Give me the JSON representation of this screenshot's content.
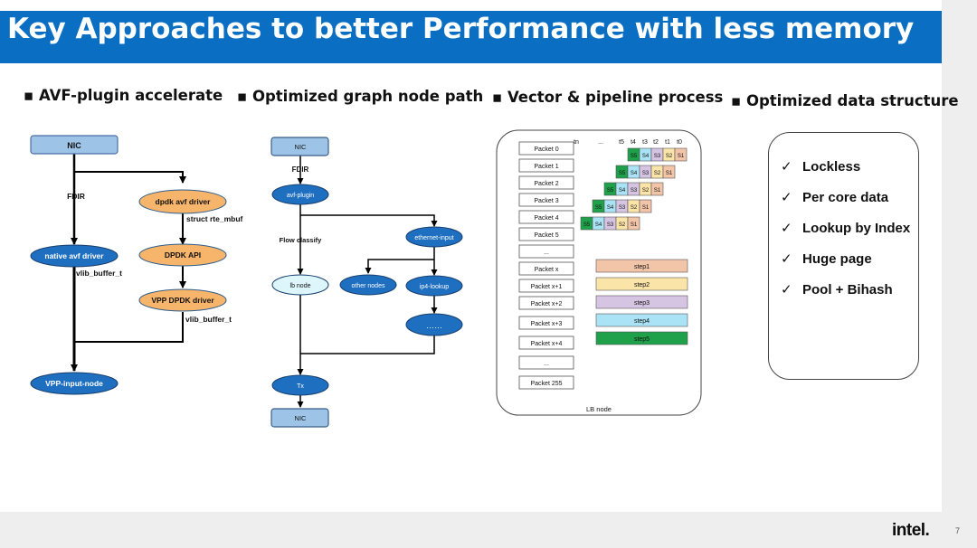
{
  "title": "Key Approaches to better Performance with less memory",
  "sections": [
    "AVF-plugin accelerate",
    "Optimized graph node path",
    "Vector & pipeline process",
    "Optimized data structure"
  ],
  "diagram1": {
    "nic": "NIC",
    "fdir": "FDIR",
    "dpdk_avf_driver": "dpdk avf driver",
    "struct_rte_mbuf": "struct rte_mbuf",
    "native_avf_driver": "native avf driver",
    "dpdk_api": "DPDK API",
    "vlib_buffer_1": "vlib_buffer_t",
    "vpp_dpdk_driver": "VPP DPDK driver",
    "vlib_buffer_2": "vlib_buffer_t",
    "vpp_input_node": "VPP-input-node"
  },
  "diagram2": {
    "nic_top": "NIC",
    "fdir": "FDIR",
    "avf_plugin": "avf-plugin",
    "flow_classify": "Flow classify",
    "ethernet_input": "ethernet-input",
    "lb_node": "lb node",
    "other_nodes": "other nodes",
    "ip4_lookup": "ip4-lookup",
    "ellipsis": "……",
    "tx": "Tx",
    "nic_bottom": "NIC"
  },
  "diagram3": {
    "packets": [
      "Packet 0",
      "Packet 1",
      "Packet 2",
      "Packet 3",
      "Packet 4",
      "Packet 5",
      "...",
      "Packet x",
      "Packet x+1",
      "Packet x+2",
      "Packet x+3",
      "Packet x+4",
      "...",
      "Packet 255"
    ],
    "time_labels": [
      "tn",
      "...",
      "t5",
      "t4",
      "t3",
      "t2",
      "t1",
      "t0"
    ],
    "stage_labels": [
      "S5",
      "S4",
      "S3",
      "S2",
      "S1"
    ],
    "steps": [
      "step1",
      "step2",
      "step3",
      "step4",
      "step5"
    ],
    "footer": "LB node"
  },
  "checklist": [
    "Lockless",
    "Per core data",
    "Lookup by Index",
    "Huge page",
    "Pool + Bihash"
  ],
  "page_number": "7",
  "brand": "intel.",
  "colors": {
    "title_bar": "#0a6fc2",
    "light_blue_box": "#9dc3e6",
    "dark_blue_oval": "#1f6fc0",
    "orange": "#f7b56b",
    "light_cyan": "#ddf6fb",
    "stage_s5": "#1fa04a",
    "stage_s4": "#a9e3f5",
    "stage_s3": "#d6c4e3",
    "stage_s2": "#fbe4a8",
    "stage_s1": "#f2c4a8"
  }
}
